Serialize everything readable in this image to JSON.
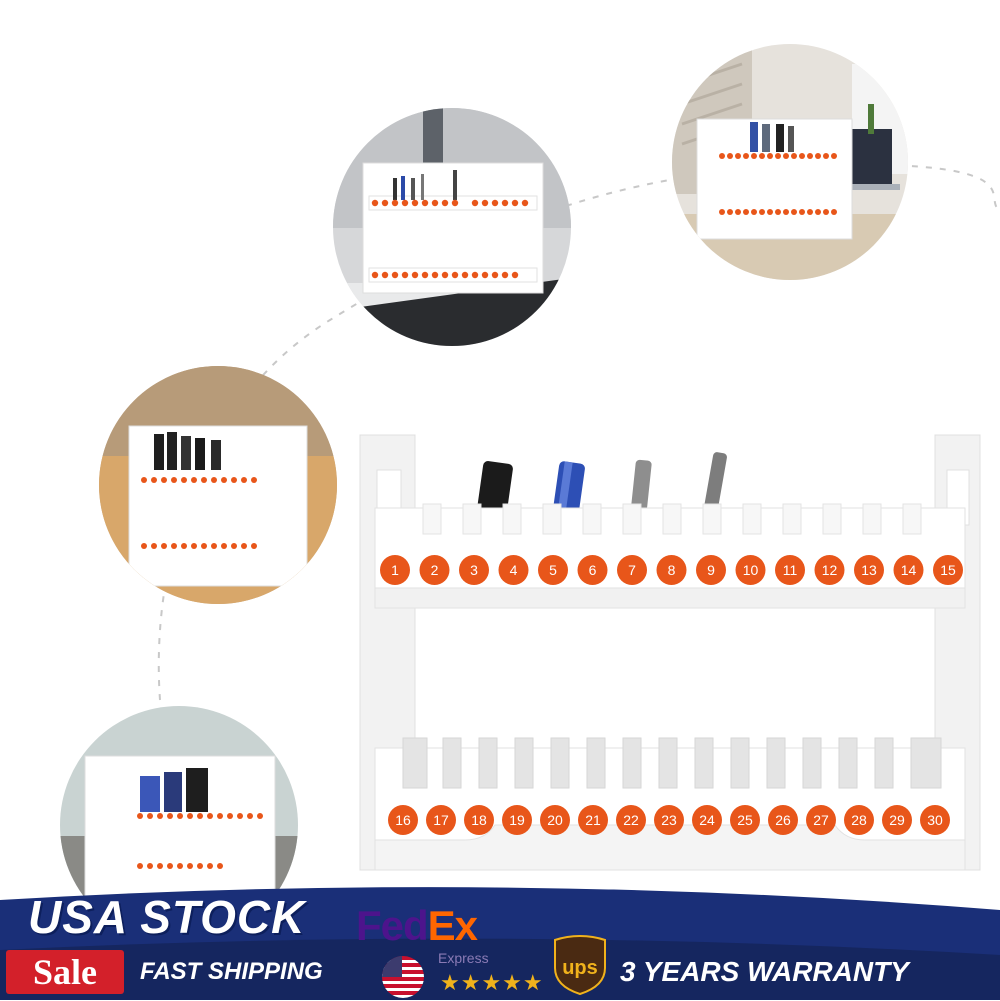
{
  "banner": {
    "headline": "USA STOCK",
    "sale_badge": "Sale",
    "shipping_text": "FAST SHIPPING",
    "warranty_text": "3 YEARS WARRANTY",
    "fedex_fed": "Fed",
    "fedex_ex": "Ex",
    "fedex_sub": "Express",
    "stars": "★★★★★",
    "ups_label": "ups",
    "colors": {
      "navy": "#1a2f78",
      "sale_red": "#d3202a",
      "fedex_purple": "#4d148c",
      "fedex_orange": "#ff6600",
      "ups_brown": "#4a2a12",
      "ups_gold": "#f0b21c"
    }
  },
  "rack": {
    "top_row_numbers": [
      "1",
      "2",
      "3",
      "4",
      "5",
      "6",
      "7",
      "8",
      "9",
      "10",
      "11",
      "12",
      "13",
      "14",
      "15"
    ],
    "bottom_row_numbers": [
      "16",
      "17",
      "18",
      "19",
      "20",
      "21",
      "22",
      "23",
      "24",
      "25",
      "26",
      "27",
      "28",
      "29",
      "30"
    ],
    "badge_color": "#e8561a"
  },
  "thumbnails": [
    "rack-on-gray-desk",
    "rack-on-office-desk",
    "rack-on-wood-table",
    "rack-on-shelf"
  ]
}
